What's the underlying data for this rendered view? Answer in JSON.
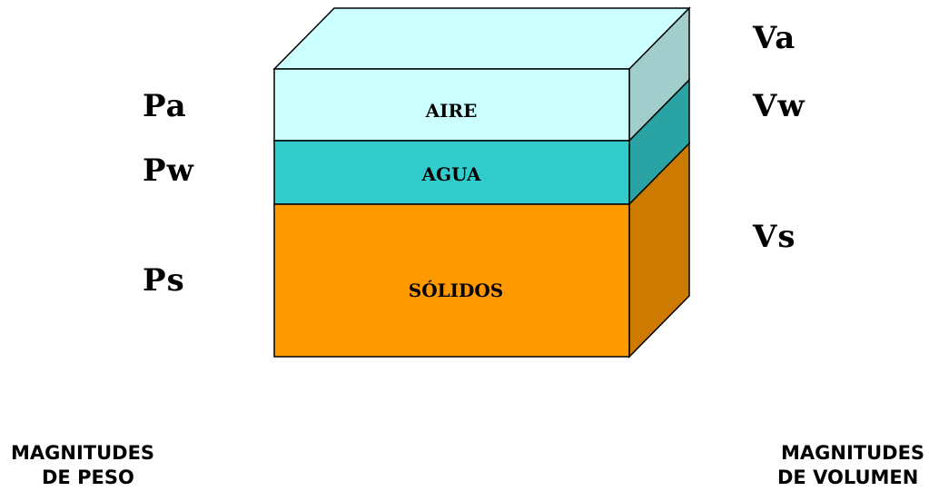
{
  "phases": {
    "air": {
      "label": "AIRE",
      "front_color": "#ccffff",
      "side_color": "#a1cdcc",
      "top_color": "#ccffff"
    },
    "water": {
      "label": "AGUA",
      "front_color": "#33cccc",
      "side_color": "#29a3a3"
    },
    "solids": {
      "label": "SÓLIDOS",
      "front_color": "#ff9900",
      "side_color": "#cc7a00"
    }
  },
  "weight_labels": {
    "air": "Pa",
    "water": "Pw",
    "solids": "Ps"
  },
  "volume_labels": {
    "air": "Va",
    "water": "Vw",
    "solids": "Vs"
  },
  "captions": {
    "weight_line1": "MAGNITUDES",
    "weight_line2": "DE  PESO",
    "volume_line1": "MAGNITUDES",
    "volume_line2": "DE VOLUMEN"
  }
}
